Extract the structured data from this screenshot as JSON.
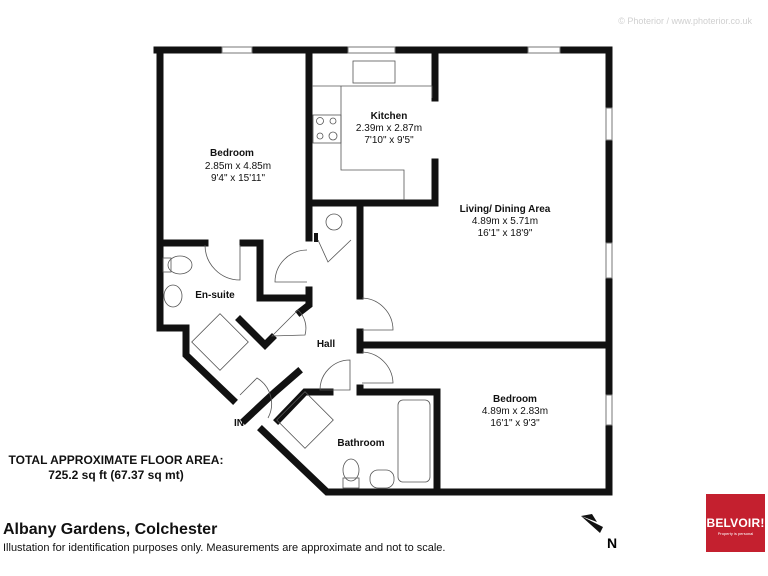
{
  "credit": "© Photerior / www.photerior.co.uk",
  "rooms": {
    "bedroom1": {
      "name": "Bedroom",
      "metric": "2.85m x 4.85m",
      "imperial": "9'4\"  x 15'11\""
    },
    "kitchen": {
      "name": "Kitchen",
      "metric": "2.39m x 2.87m",
      "imperial": "7'10\"  x 9'5\""
    },
    "living": {
      "name": "Living/ Dining Area",
      "metric": "4.89m x 5.71m",
      "imperial": "16'1\"  x 18'9\""
    },
    "bedroom2": {
      "name": "Bedroom",
      "metric": "4.89m x 2.83m",
      "imperial": "16'1\"  x 9'3\""
    },
    "ensuite": {
      "name": "En-suite"
    },
    "hall": {
      "name": "Hall"
    },
    "bathroom": {
      "name": "Bathroom"
    },
    "entrance": {
      "name": "IN"
    }
  },
  "floor_area": {
    "heading": "TOTAL APPROXIMATE FLOOR AREA:",
    "value": "725.2 sq ft (67.37 sq mt)"
  },
  "title": "Albany Gardens, Colchester",
  "disclaimer": "Illustation for identification purposes only. Measurements are approximate and not to scale.",
  "compass": {
    "label": "N"
  },
  "logo": {
    "brand": "BELVOIR!",
    "tagline": "Property is personal",
    "color": "#c4202f"
  },
  "colors": {
    "wall": "#111111",
    "fixture": "#555555"
  }
}
